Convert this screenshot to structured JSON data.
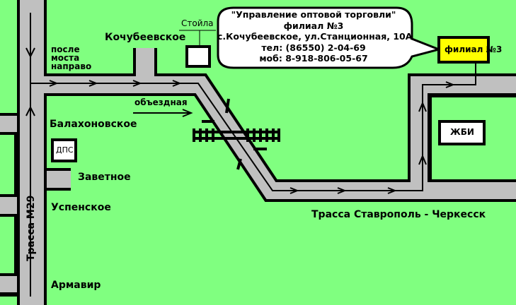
{
  "colors": {
    "background": "#80ff80",
    "road": "#c0c0c0",
    "outline": "#000000",
    "branch_box": "#ffff00",
    "box": "#ffffff"
  },
  "labels": {
    "kochubeevskoe": "Кочубеевское",
    "posle_mosta": [
      "после",
      "моста",
      "направо"
    ],
    "obezdnaya": "объездная",
    "balakhonovskoe": "Балахоновское",
    "dps": "ДПС",
    "zavetnoe": "Заветное",
    "uspenskoe": "Успенское",
    "armavir": "Армавир",
    "trassa_m29": "Трасса М29",
    "trassa_stavropol": "Трасса Ставрополь - Черкесск",
    "stoyla": "Стойла",
    "zhbi": "ЖБИ",
    "filial": "филиал №3"
  },
  "bubble": {
    "lines": [
      "\"Управление оптовой торговли\"",
      "филиал №3",
      "с.Кочубеевское, ул.Станционная, 10А",
      "тел: (86550) 2-04-69",
      "моб: 8-918-806-05-67"
    ]
  }
}
